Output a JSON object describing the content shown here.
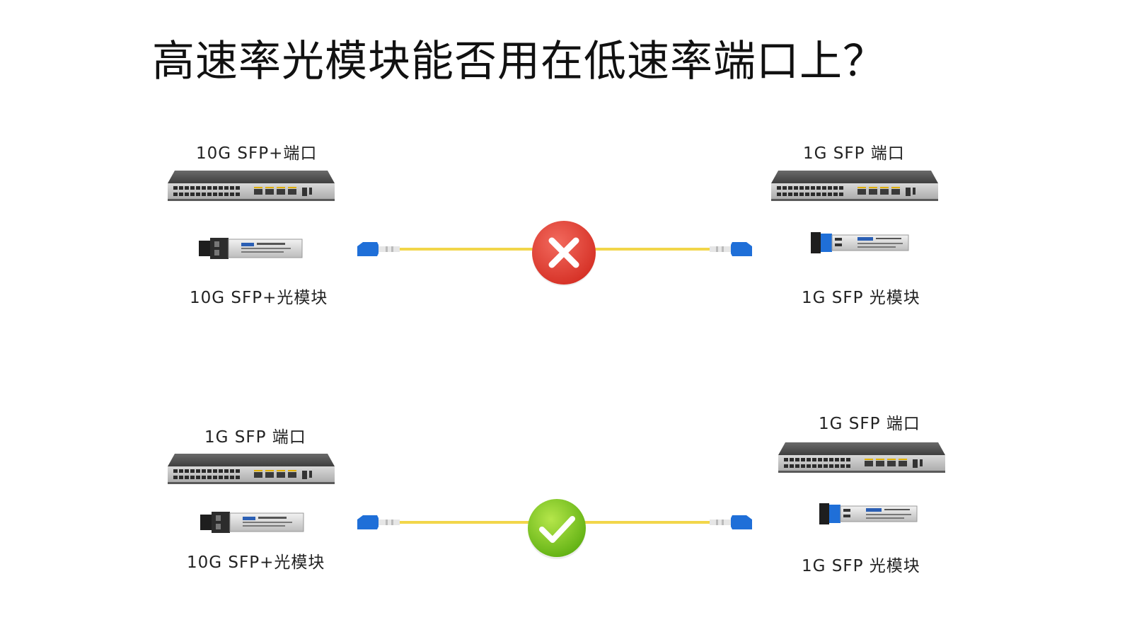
{
  "title": "高速率光模块能否用在低速率端口上？",
  "scenario_incompatible": {
    "left_port_label": "10G SFP+端口",
    "left_module_label": "10G SFP+光模块",
    "right_port_label": "1G SFP 端口",
    "right_module_label": "1G SFP 光模块",
    "status_icon": "cross-icon",
    "status_color": "#e53935"
  },
  "scenario_compatible": {
    "left_port_label": "1G SFP 端口",
    "left_module_label": "10G SFP+光模块",
    "right_port_label": "1G SFP 端口",
    "right_module_label": "1G SFP 光模块",
    "status_icon": "check-icon",
    "status_color": "#7cc61a"
  },
  "colors": {
    "fiber": "#f2d64a",
    "connector": "#1f6fd8",
    "switch_body": "#4a4a4a"
  }
}
